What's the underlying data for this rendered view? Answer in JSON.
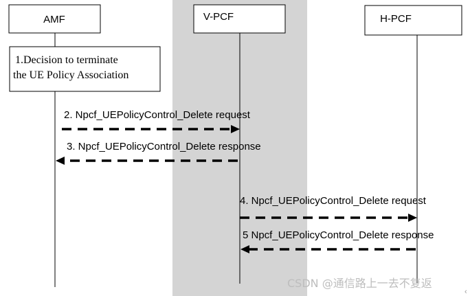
{
  "participants": [
    {
      "id": "amf",
      "label": "AMF"
    },
    {
      "id": "vpcf",
      "label": "V-PCF"
    },
    {
      "id": "hpcf",
      "label": "H-PCF"
    }
  ],
  "step1": {
    "line1": "1.Decision to terminate",
    "line2": "the UE Policy Association"
  },
  "messages": [
    {
      "label": "2. Npcf_UEPolicyControl_Delete request"
    },
    {
      "label": "3. Npcf_UEPolicyControl_Delete response"
    },
    {
      "label": "4. Npcf_UEPolicyControl_Delete request"
    },
    {
      "label": "5 Npcf_UEPolicyControl_Delete response"
    }
  ],
  "watermark": "CSDN @通信路上一去不复返",
  "colors": {
    "shade": "#d4d4d4",
    "line": "#000000",
    "watermark": "#bdbdbd"
  }
}
